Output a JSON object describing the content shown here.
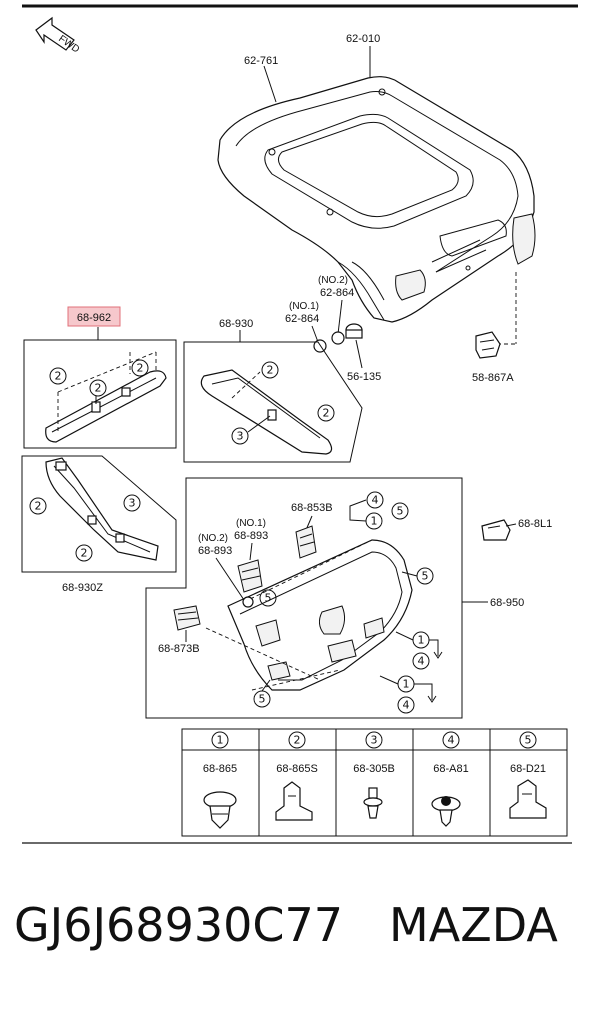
{
  "fwd_label": "FWD",
  "parts": {
    "p62010": "62-010",
    "p62761": "62-761",
    "p62864_no2_tag": "(NO.2)",
    "p62864_no2": "62-864",
    "p62864_no1_tag": "(NO.1)",
    "p62864_no1": "62-864",
    "p56135": "56-135",
    "p58867a": "58-867A",
    "p68962": "68-962",
    "p68930": "68-930",
    "p68930z": "68-930Z",
    "p68853b": "68-853B",
    "p68893_no1_tag": "(NO.1)",
    "p68893_no1": "68-893",
    "p68893_no2_tag": "(NO.2)",
    "p68893_no2": "68-893",
    "p688l1": "68-8L1",
    "p68950": "68-950",
    "p68873b": "68-873B"
  },
  "legend": [
    {
      "num": "1",
      "code": "68-865"
    },
    {
      "num": "2",
      "code": "68-865S"
    },
    {
      "num": "3",
      "code": "68-305B"
    },
    {
      "num": "4",
      "code": "68-A81"
    },
    {
      "num": "5",
      "code": "68-D21"
    }
  ],
  "footer": {
    "part_number": "GJ6J68930C77",
    "brand": "MAZDA"
  }
}
